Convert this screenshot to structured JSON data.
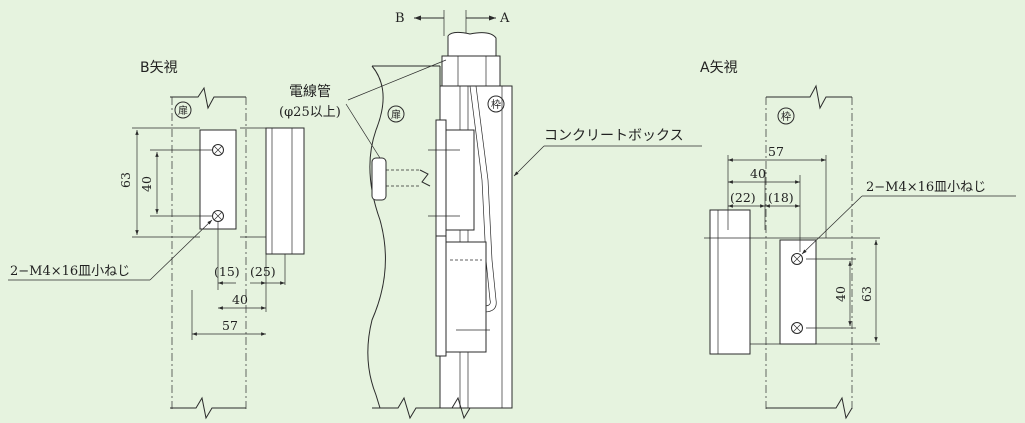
{
  "colors": {
    "background": "#e6f3df",
    "line": "#2b2b2b",
    "part_fill": "#ffffff"
  },
  "views": {
    "b_view": {
      "title": "B矢視",
      "door_mark": "扉",
      "screw_label": "2−M4×16皿小ねじ",
      "dims": {
        "h63": "63",
        "h40": "40",
        "w15": "(15)",
        "w25": "(25)",
        "w40": "40",
        "w57": "57"
      }
    },
    "section": {
      "arrow_b": "B",
      "arrow_a": "A",
      "conduit_label": "電線管",
      "conduit_note": "(φ25以上)",
      "door_mark": "扉",
      "frame_mark": "枠",
      "box_label": "コンクリートボックス"
    },
    "a_view": {
      "title": "A矢視",
      "frame_mark": "枠",
      "screw_label": "2−M4×16皿小ねじ",
      "dims": {
        "w57": "57",
        "w40": "40",
        "w22": "(22)",
        "w18": "(18)",
        "h40": "40",
        "h63": "63"
      }
    }
  }
}
